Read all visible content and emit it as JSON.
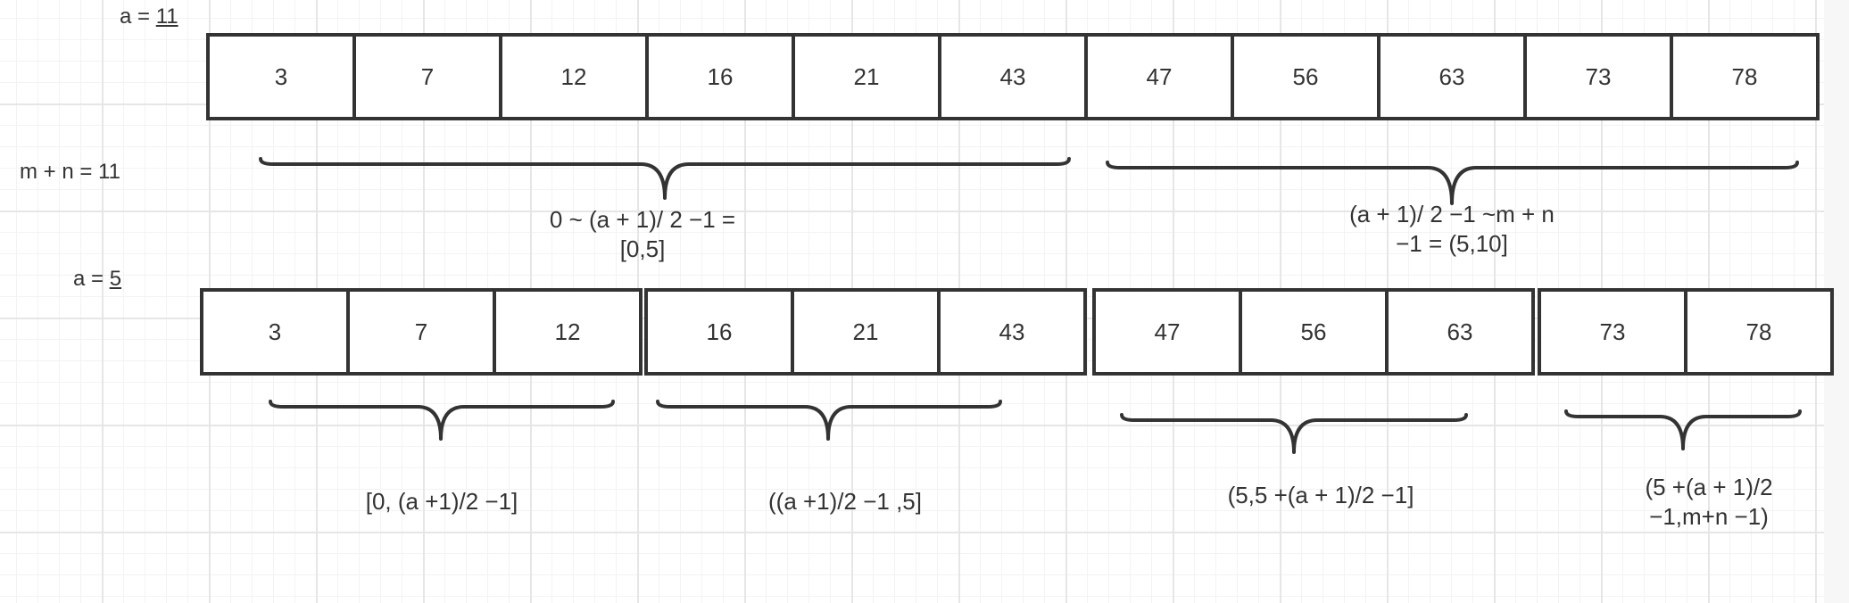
{
  "labels": {
    "a_top_prefix": "a = ",
    "a_top_value": "11",
    "mn": "m + n = 11",
    "a_bottom_prefix": "a = ",
    "a_bottom_value": "5"
  },
  "top_row": [
    "3",
    "7",
    "12",
    "16",
    "21",
    "43",
    "47",
    "56",
    "63",
    "73",
    "78"
  ],
  "bottom_groups": [
    [
      "3",
      "7",
      "12"
    ],
    [
      "16",
      "21",
      "43"
    ],
    [
      "47",
      "56",
      "63"
    ],
    [
      "73",
      "78"
    ]
  ],
  "captions": {
    "top_left_l1": "0 ~ (a + 1)/ 2 −1 =",
    "top_left_l2": "[0,5]",
    "top_right_l1": "(a + 1)/ 2 −1 ~m + n",
    "top_right_l2": "−1 = (5,10]",
    "b1": "[0, (a +1)/2 −1]",
    "b2": "((a +1)/2 −1 ,5]",
    "b3": "(5,5 +(a + 1)/2 −1]",
    "b4_l1": "(5 +(a + 1)/2",
    "b4_l2": "−1,m+n −1)"
  },
  "colors": {
    "stroke": "#333333",
    "grid": "#e6e6e6"
  }
}
